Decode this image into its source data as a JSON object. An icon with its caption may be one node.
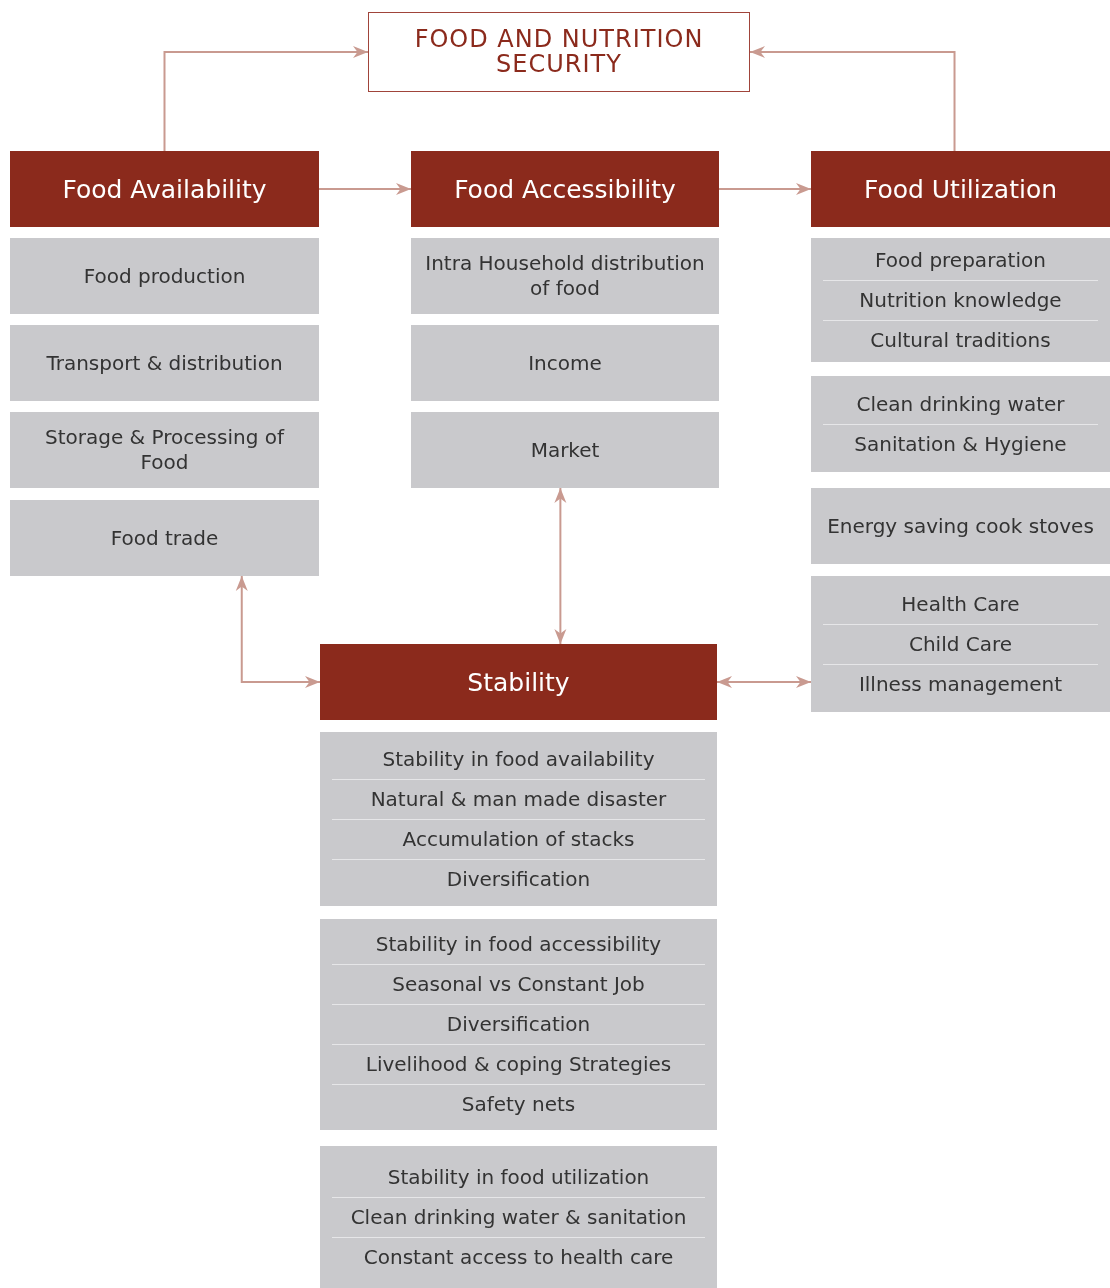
{
  "diagram": {
    "nodes": [
      {
        "text": [
          "FOOD AND NUTRITION SECURITY"
        ]
      },
      {
        "text": [
          "Food Availability"
        ]
      },
      {
        "text": [
          "Food Accessibility"
        ]
      },
      {
        "text": [
          "Food Utilization"
        ]
      },
      {
        "text": [
          "Stability"
        ]
      },
      {
        "text": [
          "Food production"
        ]
      },
      {
        "text": [
          "Transport & distribution"
        ]
      },
      {
        "text": [
          "Storage & Processing of Food"
        ]
      },
      {
        "text": [
          "Food trade"
        ]
      },
      {
        "text": [
          "Intra Household distribution of food"
        ]
      },
      {
        "text": [
          "Income"
        ]
      },
      {
        "text": [
          "Market"
        ]
      },
      {
        "text": [
          "Food preparation",
          "Nutrition knowledge",
          "Cultural traditions"
        ]
      },
      {
        "text": [
          "Clean drinking water",
          "Sanitation & Hygiene"
        ]
      },
      {
        "text": [
          "Energy saving cook stoves"
        ]
      },
      {
        "text": [
          "Health Care",
          "Child Care",
          "Illness management"
        ]
      },
      {
        "text": [
          "Stability in food availability",
          "Natural & man made disaster",
          "Accumulation of stacks",
          "Diversification"
        ]
      },
      {
        "text": [
          "Stability in food accessibility",
          "Seasonal vs Constant Job",
          "Diversification",
          "Livelihood & coping Strategies",
          "Safety nets"
        ]
      },
      {
        "text": [
          "Stability in food utilization",
          "Clean drinking water & sanitation",
          "Constant access to health care"
        ]
      }
    ],
    "edges": [
      {
        "from": 1,
        "to": 0,
        "arrow": "to"
      },
      {
        "from": 3,
        "to": 0,
        "arrow": "to"
      },
      {
        "from": 1,
        "to": 2,
        "arrow": "to"
      },
      {
        "from": 2,
        "to": 3,
        "arrow": "to"
      },
      {
        "from": 8,
        "to": 4,
        "arrow": "both"
      },
      {
        "from": 11,
        "to": 4,
        "arrow": "both"
      },
      {
        "from": 4,
        "to": 15,
        "arrow": "both"
      }
    ]
  }
}
